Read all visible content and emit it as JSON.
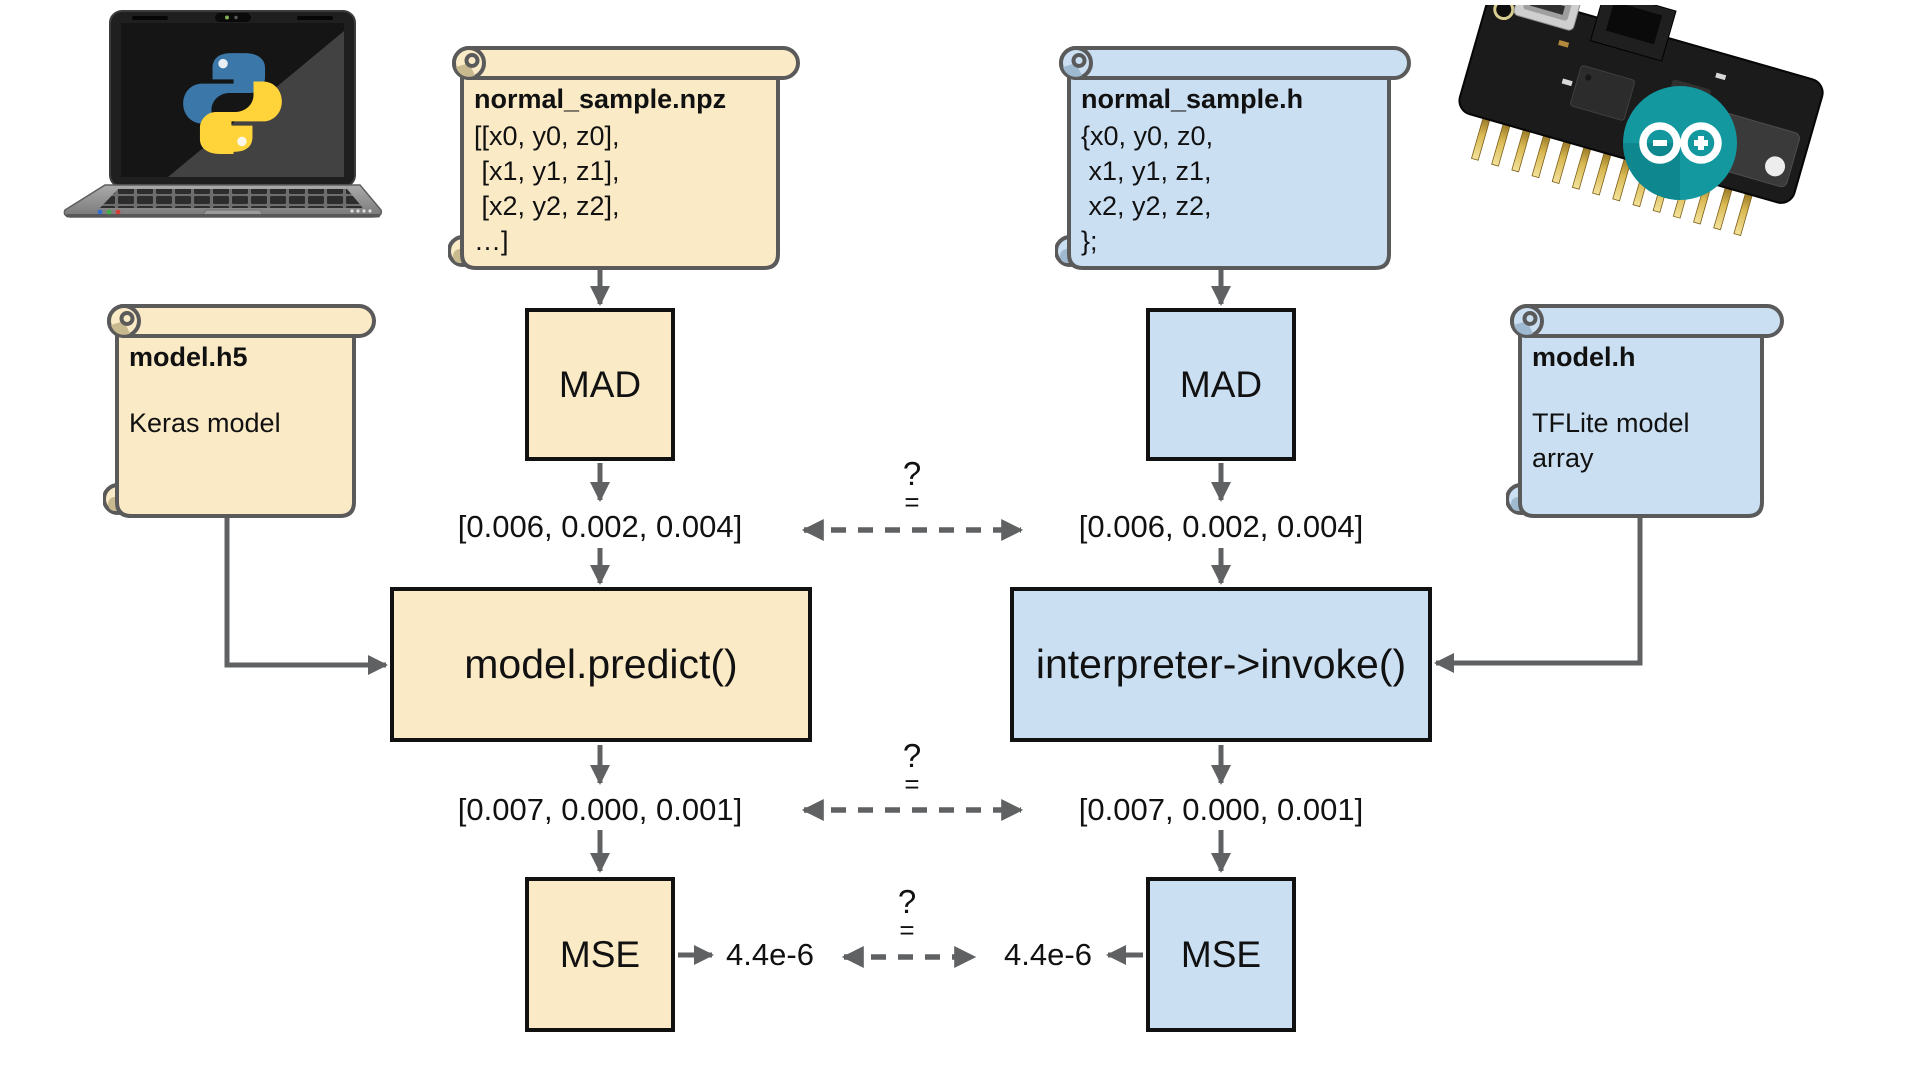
{
  "diagram": {
    "comparator": {
      "question": "?",
      "equals": "="
    },
    "scrolls": {
      "normal_sample_npz": {
        "title": "normal_sample.npz",
        "lines": [
          "[[x0, y0, z0],",
          " [x1, y1, z1],",
          " [x2, y2, z2],",
          "…]"
        ]
      },
      "normal_sample_h": {
        "title": "normal_sample.h",
        "lines": [
          "{x0, y0, z0,",
          " x1, y1, z1,",
          " x2, y2, z2,",
          "};"
        ]
      },
      "model_h5": {
        "title": "model.h5",
        "lines": [
          "Keras model"
        ]
      },
      "model_h": {
        "title": "model.h",
        "lines": [
          "TFLite model",
          "array"
        ]
      }
    },
    "boxes": {
      "mad_left": "MAD",
      "mad_right": "MAD",
      "predict": "model.predict()",
      "invoke": "interpreter->invoke()",
      "mse_left": "MSE",
      "mse_right": "MSE"
    },
    "values": {
      "mad_out_left": "[0.006, 0.002, 0.004]",
      "mad_out_right": "[0.006, 0.002, 0.004]",
      "predict_out": "[0.007, 0.000, 0.001]",
      "invoke_out": "[0.007, 0.000, 0.001]",
      "mse_out_left": "4.4e-6",
      "mse_out_right": "4.4e-6"
    },
    "colors": {
      "cream": "#FAEAC6",
      "cream_shadow": "#C9B98E",
      "blue": "#CBDFF2",
      "blue_shadow": "#9FB9D0",
      "box_border": "#111111",
      "scroll_border": "#5A5A5B",
      "arrow": "#5F6163",
      "python_blue": "#3B77A8",
      "python_yellow": "#FFD43B",
      "arduino_teal": "#12989E"
    },
    "icons": {
      "left_platform": "python-laptop",
      "right_platform": "arduino-board"
    }
  }
}
